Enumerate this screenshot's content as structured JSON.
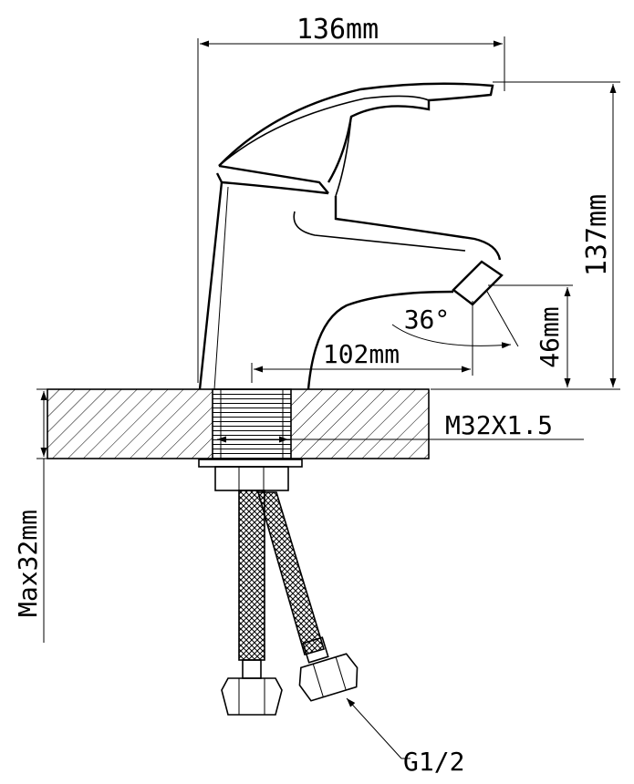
{
  "dimensions": {
    "width_label": "136mm",
    "height_label": "137mm",
    "spout_height_label": "46mm",
    "spout_reach_label": "102mm",
    "spout_angle_label": "36°",
    "thread_label": "M32X1.5",
    "max_thickness_label": "Max32mm",
    "hose_connection_label": "G1/2"
  },
  "colors": {
    "line": "#000000",
    "background": "#ffffff"
  }
}
